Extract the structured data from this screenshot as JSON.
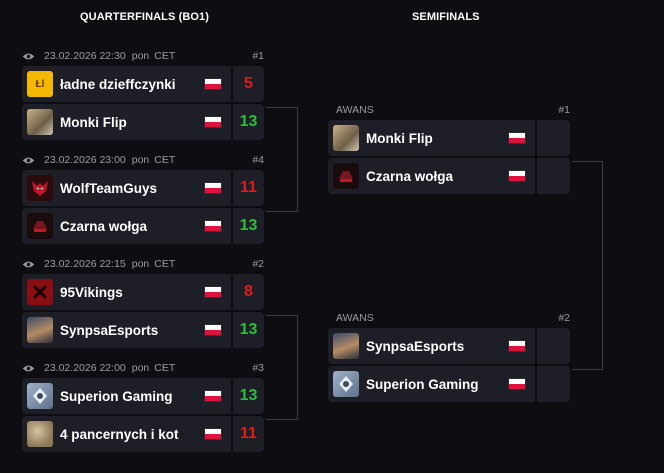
{
  "columns": {
    "quarterfinals": "QUARTERFINALS (BO1)",
    "semifinals": "SEMIFINALS"
  },
  "colors": {
    "win": "#2bbd3d",
    "loss": "#e11a1a",
    "card": "#1e1f26",
    "background": "#0e0e12"
  },
  "quarterfinals": [
    {
      "date": "23.02.2026 22:30",
      "day": "pon",
      "tz": "CET",
      "number": "#1",
      "teams": [
        {
          "name": "ładne dzieffczynki",
          "flag": "poland-flag",
          "score": "5",
          "result": "loss",
          "logo": "Łl"
        },
        {
          "name": "Monki Flip",
          "flag": "poland-flag",
          "score": "13",
          "result": "win",
          "logo": ""
        }
      ]
    },
    {
      "date": "23.02.2026 23:00",
      "day": "pon",
      "tz": "CET",
      "number": "#4",
      "teams": [
        {
          "name": "WolfTeamGuys",
          "flag": "poland-flag",
          "score": "11",
          "result": "loss",
          "logo": ""
        },
        {
          "name": "Czarna wołga",
          "flag": "poland-flag",
          "score": "13",
          "result": "win",
          "logo": ""
        }
      ]
    },
    {
      "date": "23.02.2026 22:15",
      "day": "pon",
      "tz": "CET",
      "number": "#2",
      "teams": [
        {
          "name": "95Vikings",
          "flag": "poland-flag",
          "score": "8",
          "result": "loss",
          "logo": ""
        },
        {
          "name": "SynpsaEsports",
          "flag": "poland-flag",
          "score": "13",
          "result": "win",
          "logo": ""
        }
      ]
    },
    {
      "date": "23.02.2026 22:00",
      "day": "pon",
      "tz": "CET",
      "number": "#3",
      "teams": [
        {
          "name": "Superion Gaming",
          "flag": "poland-flag",
          "score": "13",
          "result": "win",
          "logo": ""
        },
        {
          "name": "4 pancernych i kot",
          "flag": "poland-flag",
          "score": "11",
          "result": "loss",
          "logo": ""
        }
      ]
    }
  ],
  "semifinals": [
    {
      "label": "AWANS",
      "number": "#1",
      "teams": [
        {
          "name": "Monki Flip",
          "flag": "poland-flag",
          "score": ""
        },
        {
          "name": "Czarna wołga",
          "flag": "poland-flag",
          "score": ""
        }
      ]
    },
    {
      "label": "AWANS",
      "number": "#2",
      "teams": [
        {
          "name": "SynpsaEsports",
          "flag": "poland-flag",
          "score": ""
        },
        {
          "name": "Superion Gaming",
          "flag": "poland-flag",
          "score": ""
        }
      ]
    }
  ]
}
